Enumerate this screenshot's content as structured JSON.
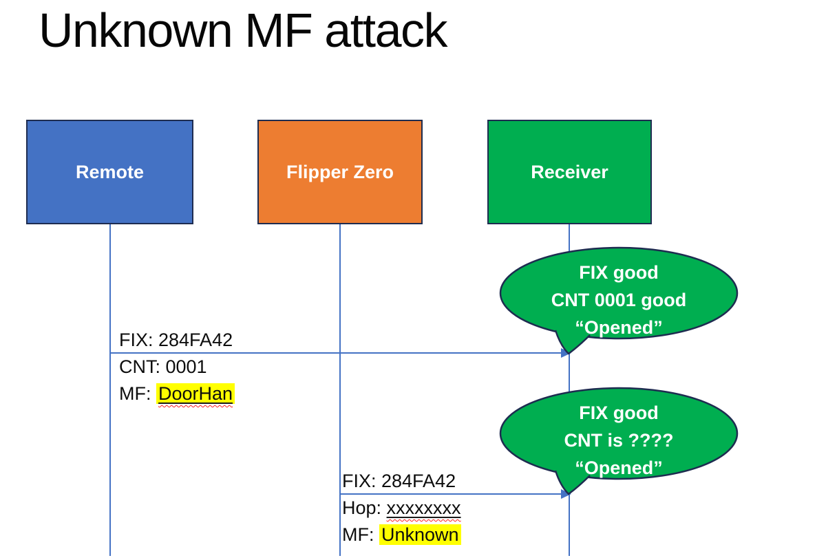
{
  "slide": {
    "title": "Unknown MF attack"
  },
  "actors": [
    {
      "label": "Remote",
      "fill": "#4472C4"
    },
    {
      "label": "Flipper Zero",
      "fill": "#ED7D31"
    },
    {
      "label": "Receiver",
      "fill": "#00AE50"
    }
  ],
  "messages": [
    {
      "from": "Remote",
      "to": "Receiver",
      "line1": "FIX: 284FA42",
      "line2": "CNT: 0001",
      "line3_prefix": "MF: ",
      "line3_value": "DoorHan"
    },
    {
      "from": "Flipper Zero",
      "to": "Receiver",
      "line1": "FIX: 284FA42",
      "line2_prefix": "Hop: ",
      "line2_value": "xxxxxxxx",
      "line3_prefix": "MF: ",
      "line3_value": "Unknown"
    }
  ],
  "callouts": [
    {
      "line1": "FIX good",
      "line2": "CNT 0001 good",
      "line3": "“Opened”"
    },
    {
      "line1": "FIX good",
      "line2": "CNT is ????",
      "line3": "“Opened”"
    }
  ],
  "colors": {
    "accent_blue": "#4472C4",
    "accent_orange": "#ED7D31",
    "accent_green": "#00AE50",
    "outline_navy": "#1E2C50",
    "line_blue": "#4472C4",
    "highlight_yellow": "#FFFF00",
    "squiggle_red": "#FF1F1F",
    "text_black": "#0D0D0D",
    "bubble_text_white": "#FFFFFF"
  }
}
